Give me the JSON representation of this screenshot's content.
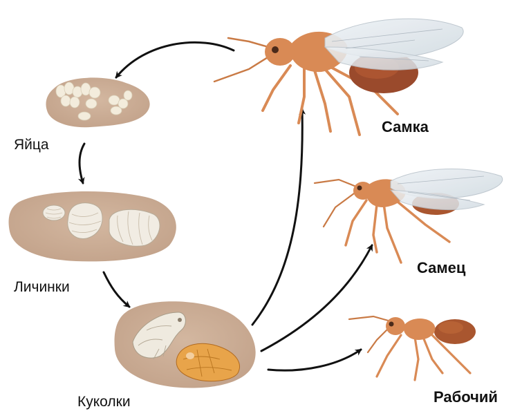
{
  "stages": {
    "eggs": "Яйца",
    "larvae": "Личинки",
    "pupae": "Куколки"
  },
  "castes": {
    "queen": "Самка",
    "male": "Самец",
    "worker": "Рабочий"
  },
  "colors": {
    "arrow": "#111111",
    "mound": "#c9ab93",
    "mound_edge": "#b89880",
    "ant_body": "#d98a55",
    "ant_dark": "#9a4a2c",
    "wing": "#e3e9ee",
    "egg": "#f3ecdc",
    "pupa_orange": "#e8a44a"
  }
}
